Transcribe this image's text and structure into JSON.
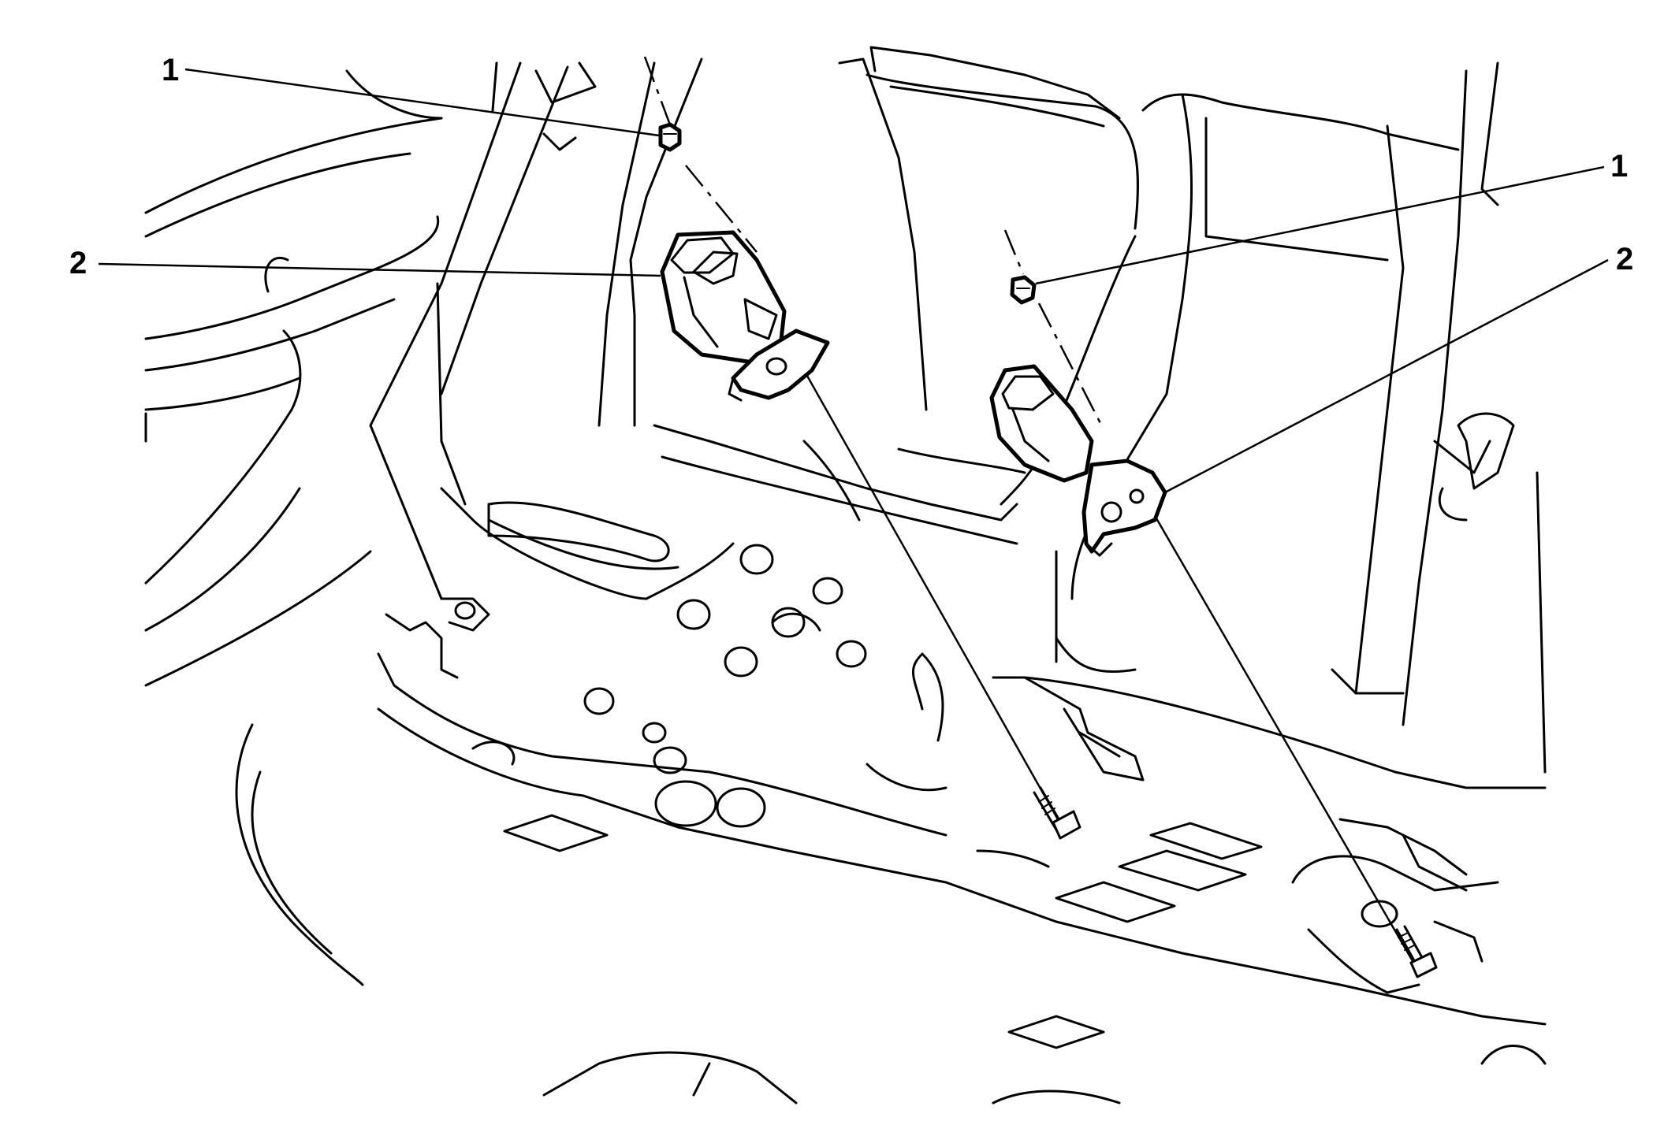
{
  "diagram": {
    "callouts": [
      {
        "id": "nut-left",
        "label": "1"
      },
      {
        "id": "nut-right",
        "label": "1"
      },
      {
        "id": "buckle-left",
        "label": "2"
      },
      {
        "id": "buckle-right",
        "label": "2"
      }
    ]
  }
}
